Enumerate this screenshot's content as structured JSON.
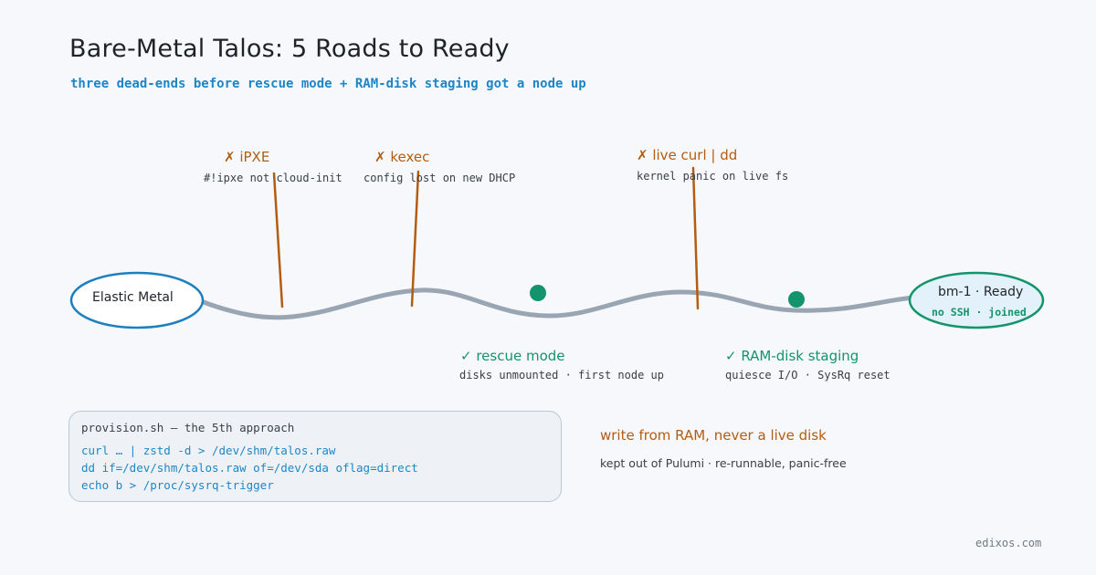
{
  "title": "Bare-Metal Talos: 5 Roads to Ready",
  "subtitle": "three dead-ends before rescue mode + RAM-disk staging got a node up",
  "start_node": {
    "label": "Elastic Metal"
  },
  "end_node": {
    "label": "bm-1 · Ready",
    "sublabel": "no SSH · joined"
  },
  "dead_ends": [
    {
      "title": "✗ iPXE",
      "detail": "#!ipxe not cloud-init"
    },
    {
      "title": "✗ kexec",
      "detail": "config lost on new DHCP"
    },
    {
      "title": "✗ live curl | dd",
      "detail": "kernel panic on live fs"
    }
  ],
  "successes": [
    {
      "title": "✓ rescue mode",
      "detail": "disks unmounted · first node up"
    },
    {
      "title": "✓ RAM-disk staging",
      "detail": "quiesce I/O · SysRq reset"
    }
  ],
  "code": {
    "heading": "provision.sh — the 5th approach",
    "lines": [
      "curl … | zstd -d > /dev/shm/talos.raw",
      "dd if=/dev/shm/talos.raw of=/dev/sda oflag=direct",
      "echo b > /proc/sysrq-trigger"
    ]
  },
  "note": {
    "title": "write from RAM, never a live disk",
    "detail": "kept out of Pulumi · re-runnable, panic-free"
  },
  "brand": "edixos.com",
  "colors": {
    "road": "#9aa5b4",
    "dead_end": "#b35d12",
    "success": "#14946a",
    "start_stroke": "#1e7fc0",
    "end_stroke": "#14946a",
    "end_fill": "#e3f1fb"
  }
}
